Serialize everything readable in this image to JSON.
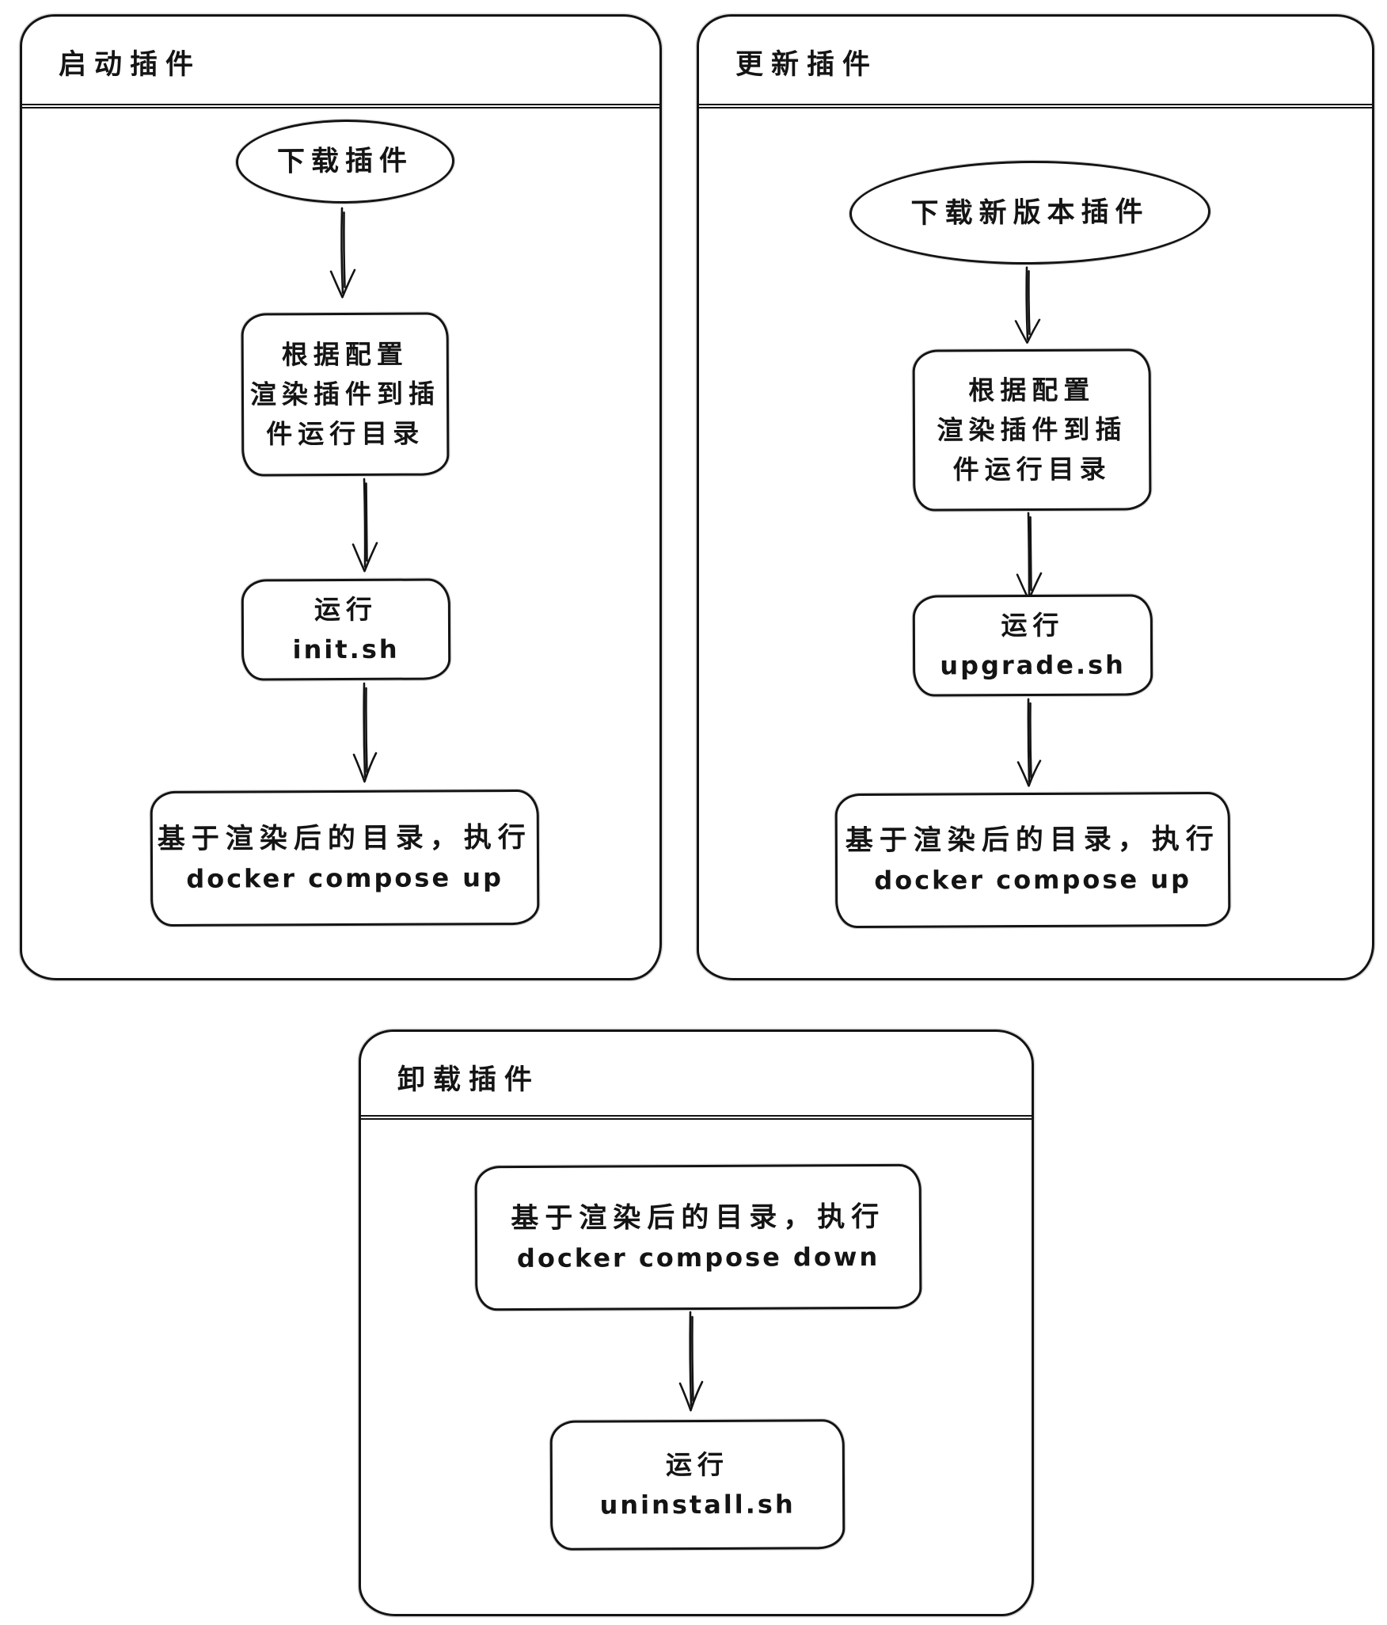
{
  "diagram": {
    "background_color": "#ffffff",
    "stroke_color": "#141414",
    "panels": [
      {
        "title": "启动插件",
        "nodes": {
          "start": "下载插件",
          "render": [
            "根据配置",
            "渲染插件到插",
            "件运行目录"
          ],
          "run": [
            "运行",
            "init.sh"
          ],
          "compose": [
            "基于渲染后的目录，执行",
            "docker compose up"
          ]
        }
      },
      {
        "title": "更新插件",
        "nodes": {
          "start": "下载新版本插件",
          "render": [
            "根据配置",
            "渲染插件到插",
            "件运行目录"
          ],
          "run": [
            "运行",
            "upgrade.sh"
          ],
          "compose": [
            "基于渲染后的目录，执行",
            "docker compose up"
          ]
        }
      },
      {
        "title": "卸载插件",
        "nodes": {
          "compose": [
            "基于渲染后的目录，执行",
            "docker compose down"
          ],
          "run": [
            "运行",
            "uninstall.sh"
          ]
        }
      }
    ]
  }
}
